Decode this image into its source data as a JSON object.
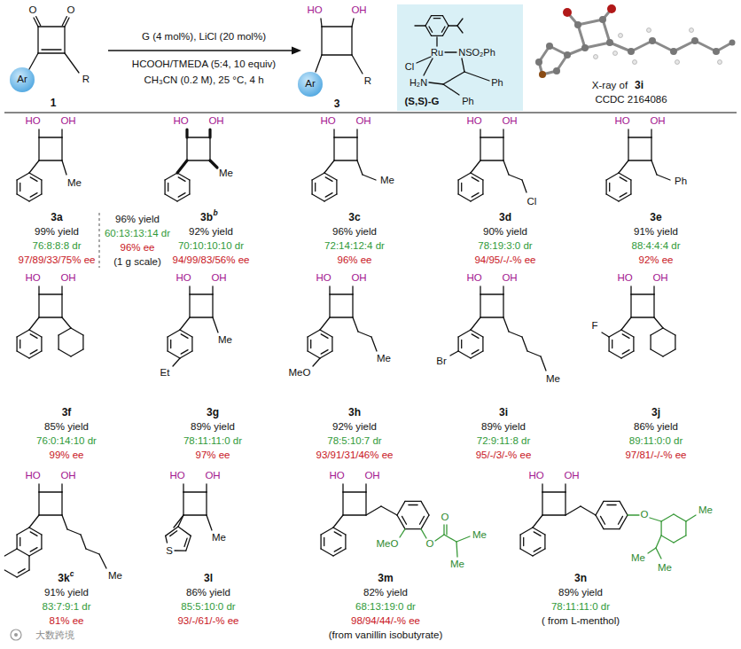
{
  "diagram": {
    "nodes": [
      {
        "text": [
          "Ru",
          "Cl",
          "NSO₂Ph",
          "H₂N",
          "Ph",
          "Ph",
          "(S,S)-G"
        ]
      }
    ],
    "labels": [
      "O",
      "O",
      "Ar",
      "R",
      "1",
      "G (4 mol%), LiCl (20 mol%)",
      "HCOOH/TMEDA (5:4, 10 equiv)",
      "CH₃CN (0.2 M), 25 °C, 4 h",
      "HO",
      "OH",
      "Ar",
      "R",
      "3",
      "X-ray of",
      "3i",
      "CCDC 2164086",
      "HO",
      "OH",
      "Me",
      "3a",
      "99% yield",
      "76:8:8:8 dr",
      "97/89/33/75% ee",
      "96% yield",
      "60:13:13:14 dr",
      "96% ee",
      "(1 g scale)",
      "HO",
      "OH",
      "Me",
      "3b",
      "b",
      "92% yield",
      "70:10:10:10 dr",
      "94/99/83/56% ee",
      "HO",
      "OH",
      "Me",
      "3c",
      "96% yield",
      "72:14:12:4 dr",
      "96% ee",
      "HO",
      "OH",
      "Cl",
      "3d",
      "90% yield",
      "78:19:3:0 dr",
      "94/95/-/-% ee",
      "HO",
      "OH",
      "Ph",
      "3e",
      "91% yield",
      "88:4:4:4 dr",
      "92% ee",
      "HO",
      "OH",
      "3f",
      "85% yield",
      "76:0:14:10 dr",
      "99% ee",
      "HO",
      "OH",
      "Et",
      "Me",
      "3g",
      "89% yield",
      "78:11:11:0 dr",
      "97% ee",
      "HO",
      "OH",
      "MeO",
      "Me",
      "3h",
      "92% yield",
      "78:5:10:7 dr",
      "93/91/31/46% ee",
      "HO",
      "OH",
      "Br",
      "Me",
      "3i",
      "89% yield",
      "72:9:11:8 dr",
      "95/-/3/-% ee",
      "HO",
      "OH",
      "F",
      "3j",
      "86% yield",
      "89:11:0:0 dr",
      "97/81/-/-% ee",
      "HO",
      "OH",
      "Me",
      "3k",
      "c",
      "91% yield",
      "83:7:9:1 dr",
      "81% ee",
      "HO",
      "OH",
      "S",
      "Me",
      "3l",
      "86% yield",
      "85:5:10:0 dr",
      "93/-/61/-% ee",
      "HO",
      "OH",
      "MeO",
      "O",
      "O",
      "Me",
      "Me",
      "3m",
      "82% yield",
      "68:13:19:0 dr",
      "98/94/44/-% ee",
      "(from vanillin isobutyrate)",
      "HO",
      "OH",
      "O",
      "Me",
      "Me",
      "Me",
      "3n",
      "89% yield",
      "78:11:11:0 dr",
      "( from L-menthol)",
      "大数跨境"
    ]
  }
}
